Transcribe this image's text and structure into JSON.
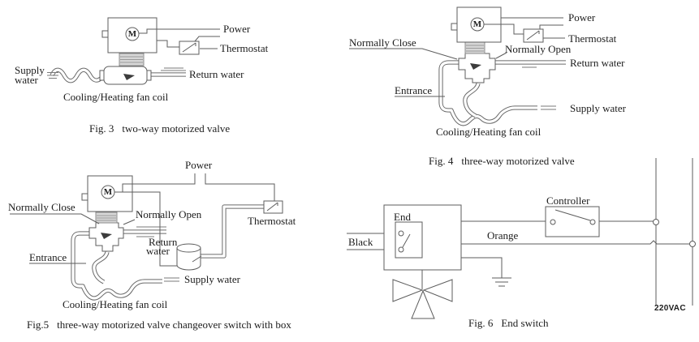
{
  "page": {
    "background": "#ffffff",
    "line_color": "#5d5d5d",
    "text_color": "#1c1c1c"
  },
  "fig3": {
    "caption_label": "Fig. 3",
    "caption_title": "two-way motorized valve",
    "motor_label": "M",
    "labels": {
      "power": "Power",
      "thermostat": "Thermostat",
      "supply_line1": "Supply",
      "supply_line2": "water",
      "return_water": "Return water",
      "fan_coil": "Cooling/Heating fan coil"
    }
  },
  "fig4": {
    "caption_label": "Fig. 4",
    "caption_title": "three-way motorized valve",
    "motor_label": "M",
    "labels": {
      "power": "Power",
      "thermostat": "Thermostat",
      "normally_close": "Normally Close",
      "normally_open": "Normally Open",
      "return_water": "Return water",
      "entrance": "Entrance",
      "supply_water": "Supply water",
      "fan_coil": "Cooling/Heating fan coil"
    }
  },
  "fig5": {
    "caption_label": "Fig.5",
    "caption_title": "three-way motorized valve changeover switch with box",
    "motor_label": "M",
    "labels": {
      "power": "Power",
      "thermostat": "Thermostat",
      "normally_close": "Normally Close",
      "normally_open": "Normally Open",
      "return_line1": "Return",
      "return_line2": "water",
      "entrance": "Entrance",
      "supply_water": "Supply water",
      "fan_coil": "Cooling/Heating fan coil"
    }
  },
  "fig6": {
    "caption_label": "Fig. 6",
    "caption_title": "End switch",
    "labels": {
      "end": "End",
      "black": "Black",
      "orange": "Orange",
      "controller": "Controller",
      "voltage": "220VAC"
    }
  }
}
